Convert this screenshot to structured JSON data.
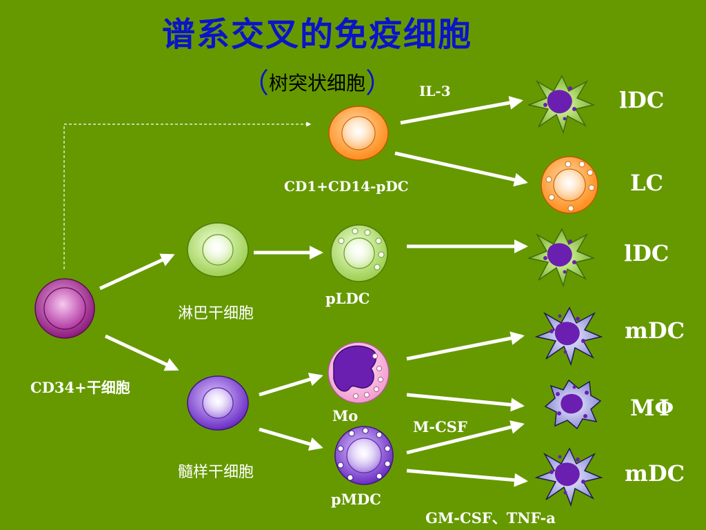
{
  "title": "谱系交叉的免疫细胞",
  "subtitle": {
    "open": "（",
    "text": "树突状细胞",
    "close": "）"
  },
  "cells": {
    "stem": "CD34+干细胞",
    "lymphoid": "淋巴干细胞",
    "myeloid": "髓样干细胞",
    "cd1_pdc": "CD1+CD14-pDC",
    "pldc": "pLDC",
    "mo": "Mo",
    "pmdc": "pMDC"
  },
  "outputs": {
    "ldc_top": "lDC",
    "lc": "LC",
    "ldc_mid": "lDC",
    "mdc_top": "mDC",
    "macrophage": "MΦ",
    "mdc_bottom": "mDC"
  },
  "cytokines": {
    "il3": "IL-3",
    "mcsf": "M-CSF",
    "gmcsf_tnf": "GM-CSF、TNF-a"
  },
  "colors": {
    "background": "#669900",
    "title": "#0a14c8",
    "arrow": "#ffffff",
    "stem_cell": "#a0208c",
    "orange_cell": "#ff9933",
    "green_cell": "#b7e07a",
    "purple_cell": "#7a3fd0",
    "pink_cell": "#f7a6d6",
    "dendritic_green": "#8cc63f",
    "dendritic_lavender": "#b4b4ee",
    "nucleus": "#6a1fb0"
  }
}
